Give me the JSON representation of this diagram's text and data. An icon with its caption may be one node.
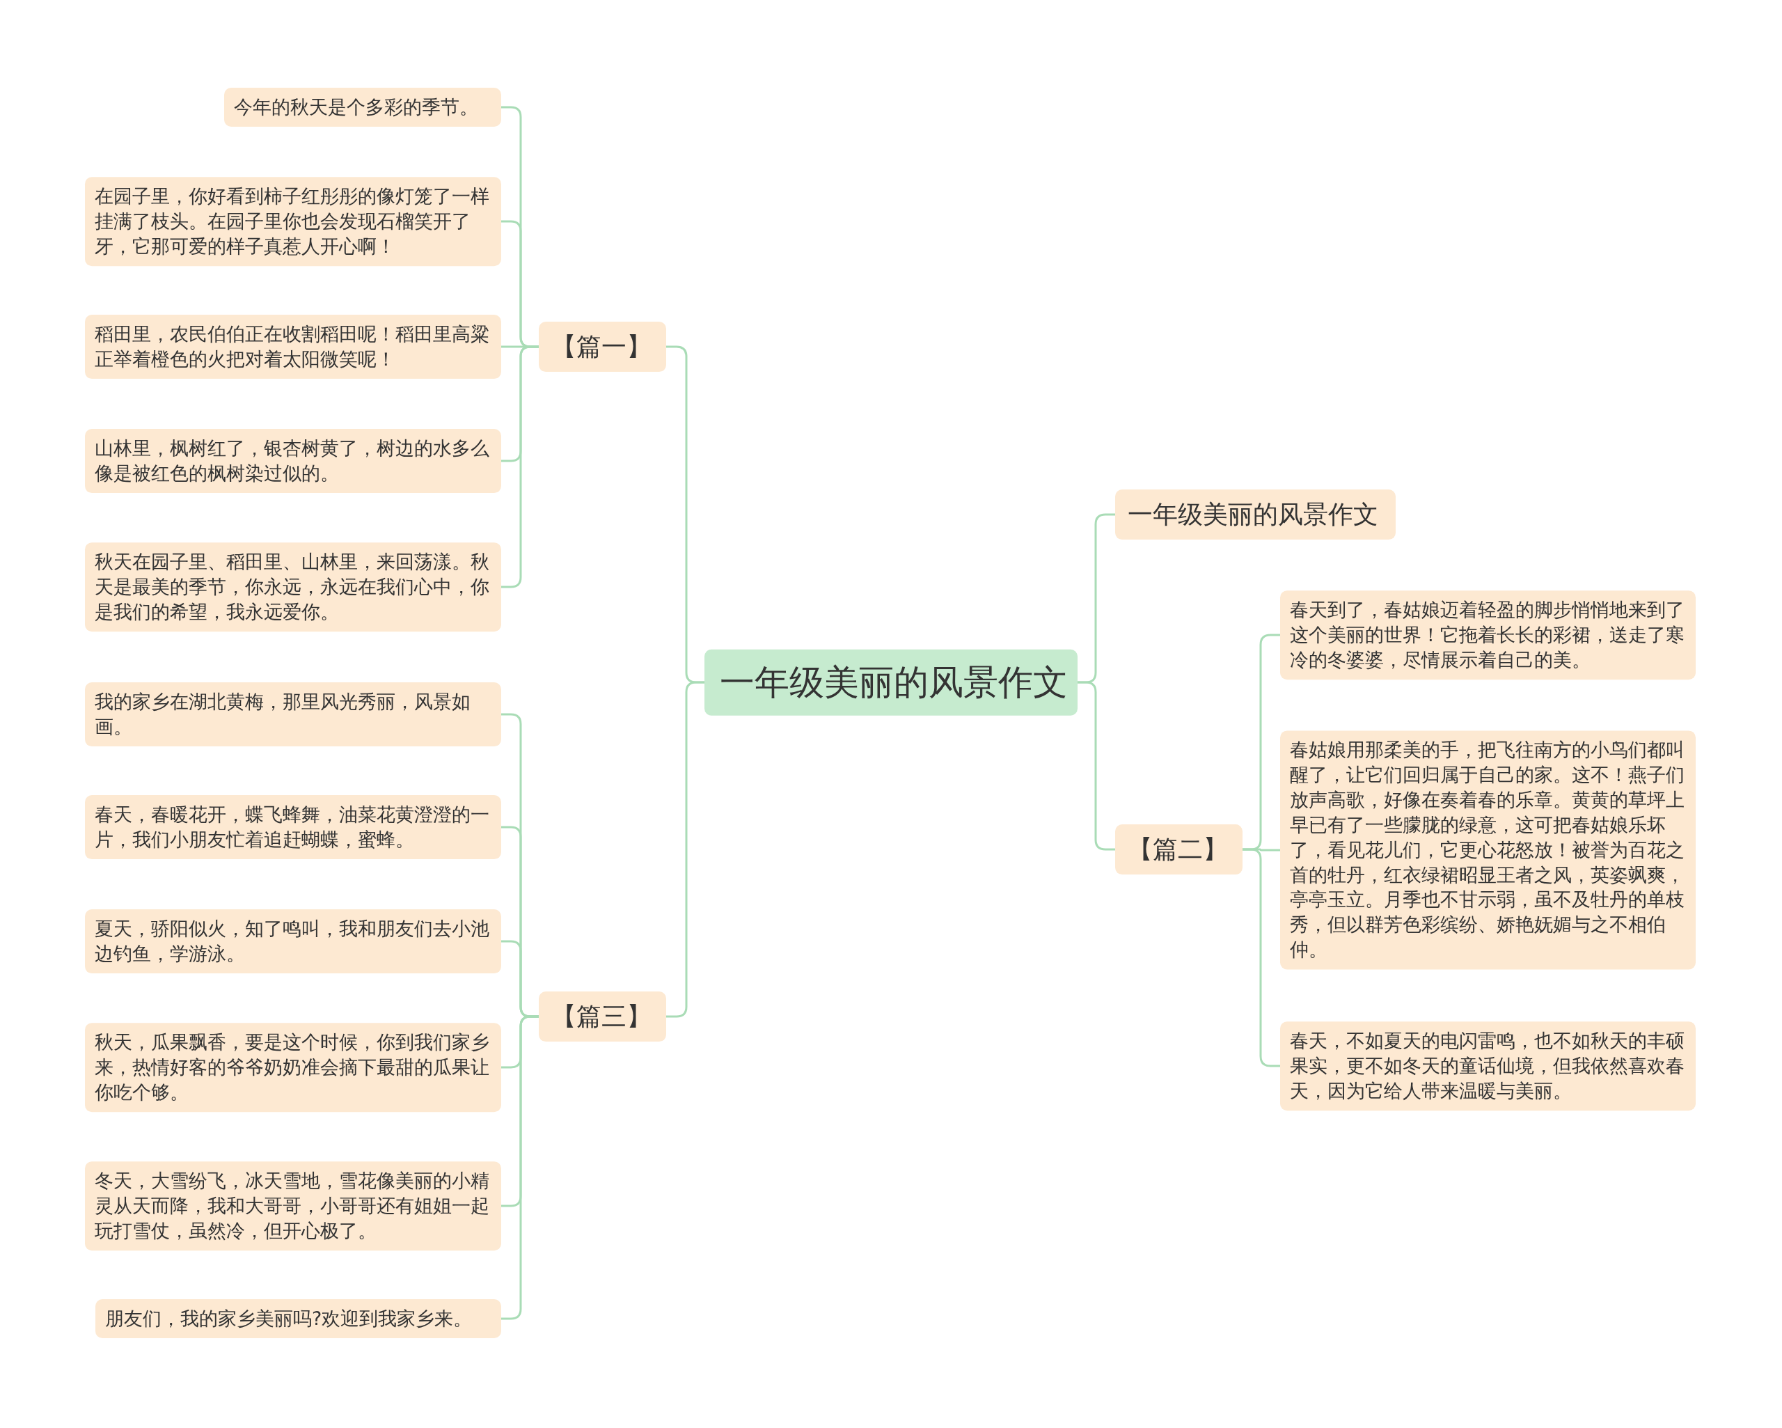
{
  "diagram": {
    "nodes": [
      {
        "text": [
          "一年级美丽的风景作文"
        ]
      },
      {
        "text": [
          "【篇一】"
        ]
      },
      {
        "text": [
          "今年的秋天是个多彩的季节。"
        ]
      },
      {
        "text": [
          "在园子里，你好看到柿子红彤彤的像灯笼了一样挂满了枝头。在园子里你也会发现石榴笑开了牙，它那可爱的样子真惹人开心啊！"
        ]
      },
      {
        "text": [
          "稻田里，农民伯伯正在收割稻田呢！稻田里高粱正举着橙色的火把对着太阳微笑呢！"
        ]
      },
      {
        "text": [
          "山林里，枫树红了，银杏树黄了，树边的水多么像是被红色的枫树染过似的。"
        ]
      },
      {
        "text": [
          "秋天在园子里、稻田里、山林里，来回荡漾。秋天是最美的季节，你永远，永远在我们心中，你是我们的希望，我永远爱你。"
        ]
      },
      {
        "text": [
          "【篇三】"
        ]
      },
      {
        "text": [
          "我的家乡在湖北黄梅，那里风光秀丽，风景如画。"
        ]
      },
      {
        "text": [
          "春天，春暖花开，蝶飞蜂舞，油菜花黄澄澄的一片，我们小朋友忙着追赶蝴蝶，蜜蜂。"
        ]
      },
      {
        "text": [
          "夏天，骄阳似火，知了鸣叫，我和朋友们去小池边钓鱼，学游泳。"
        ]
      },
      {
        "text": [
          "秋天，瓜果飘香，要是这个时候，你到我们家乡来，热情好客的爷爷奶奶准会摘下最甜的瓜果让你吃个够。"
        ]
      },
      {
        "text": [
          "冬天，大雪纷飞，冰天雪地，雪花像美丽的小精灵从天而降，我和大哥哥，小哥哥还有姐姐一起玩打雪仗，虽然冷，但开心极了。"
        ]
      },
      {
        "text": [
          "朋友们，我的家乡美丽吗?欢迎到我家乡来。"
        ]
      },
      {
        "text": [
          "一年级美丽的风景作文"
        ]
      },
      {
        "text": [
          "【篇二】"
        ]
      },
      {
        "text": [
          "春天到了，春姑娘迈着轻盈的脚步悄悄地来到了这个美丽的世界！它拖着长长的彩裙，送走了寒冷的冬婆婆，尽情展示着自己的美。"
        ]
      },
      {
        "text": [
          "春姑娘用那柔美的手，把飞往南方的小鸟们都叫醒了，让它们回归属于自己的家。这不！燕子们放声高歌，好像在奏着春的乐章。黄黄的草坪上早已有了一些朦胧的绿意，这可把春姑娘乐坏了，看见花儿们，它更心花怒放！被誉为百花之首的牡丹，红衣绿裙昭显王者之风，英姿飒爽，亭亭玉立。月季也不甘示弱，虽不及牡丹的单枝秀，但以群芳色彩缤纷、娇艳妩媚与之不相伯仲。"
        ]
      },
      {
        "text": [
          "春天，不如夏天的电闪雷鸣，也不如秋天的丰硕果实，更不如冬天的童话仙境，但我依然喜欢春天，因为它给人带来温暖与美丽。"
        ]
      }
    ],
    "edges": [
      {
        "from": 0,
        "to": 1,
        "arrow": "none"
      },
      {
        "from": 1,
        "to": 2,
        "arrow": "none"
      },
      {
        "from": 1,
        "to": 3,
        "arrow": "none"
      },
      {
        "from": 1,
        "to": 4,
        "arrow": "none"
      },
      {
        "from": 1,
        "to": 5,
        "arrow": "none"
      },
      {
        "from": 1,
        "to": 6,
        "arrow": "none"
      },
      {
        "from": 0,
        "to": 7,
        "arrow": "none"
      },
      {
        "from": 7,
        "to": 8,
        "arrow": "none"
      },
      {
        "from": 7,
        "to": 9,
        "arrow": "none"
      },
      {
        "from": 7,
        "to": 10,
        "arrow": "none"
      },
      {
        "from": 7,
        "to": 11,
        "arrow": "none"
      },
      {
        "from": 7,
        "to": 12,
        "arrow": "none"
      },
      {
        "from": 7,
        "to": 13,
        "arrow": "none"
      },
      {
        "from": 0,
        "to": 14,
        "arrow": "none"
      },
      {
        "from": 0,
        "to": 15,
        "arrow": "none"
      },
      {
        "from": 15,
        "to": 16,
        "arrow": "none"
      },
      {
        "from": 15,
        "to": 17,
        "arrow": "none"
      },
      {
        "from": 15,
        "to": 18,
        "arrow": "none"
      }
    ]
  }
}
